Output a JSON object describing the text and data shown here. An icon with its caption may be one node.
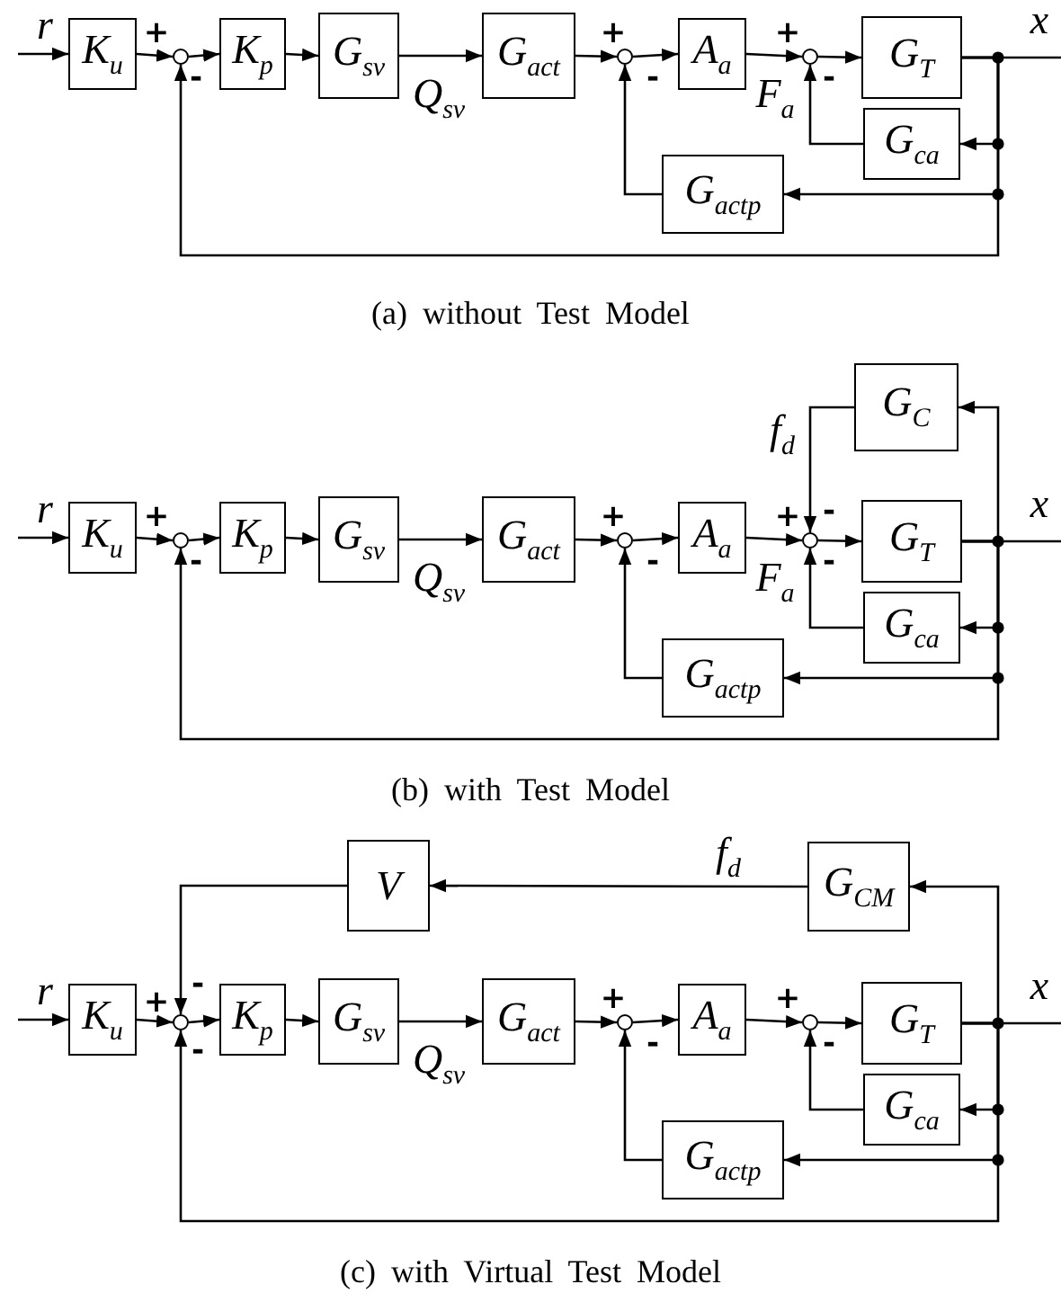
{
  "diagram": {
    "nodes": [
      {
        "text": [
          "K$_{u}$"
        ]
      },
      {
        "text": [],
        "shape": "circle"
      },
      {
        "text": [
          "K$_{p}$"
        ]
      },
      {
        "text": [
          "G$_{sv}$"
        ]
      },
      {
        "text": [
          "G$_{act}$"
        ]
      },
      {
        "text": [],
        "shape": "circle"
      },
      {
        "text": [
          "A$_{a}$"
        ]
      },
      {
        "text": [],
        "shape": "circle"
      },
      {
        "text": [
          "G$_{T}$"
        ]
      },
      {
        "text": [
          "G$_{ca}$"
        ]
      },
      {
        "text": [
          "G$_{actp}$"
        ]
      },
      {
        "text": [
          "K$_{u}$"
        ]
      },
      {
        "text": [],
        "shape": "circle"
      },
      {
        "text": [
          "K$_{p}$"
        ]
      },
      {
        "text": [
          "G$_{sv}$"
        ]
      },
      {
        "text": [
          "G$_{act}$"
        ]
      },
      {
        "text": [],
        "shape": "circle"
      },
      {
        "text": [
          "A$_{a}$"
        ]
      },
      {
        "text": [],
        "shape": "circle"
      },
      {
        "text": [
          "G$_{T}$"
        ]
      },
      {
        "text": [
          "G$_{ca}$"
        ]
      },
      {
        "text": [
          "G$_{actp}$"
        ]
      },
      {
        "text": [
          "G$_{C}$"
        ]
      },
      {
        "text": [
          "K$_{u}$"
        ]
      },
      {
        "text": [],
        "shape": "circle"
      },
      {
        "text": [
          "K$_{p}$"
        ]
      },
      {
        "text": [
          "G$_{sv}$"
        ]
      },
      {
        "text": [
          "G$_{act}$"
        ]
      },
      {
        "text": [],
        "shape": "circle"
      },
      {
        "text": [
          "A$_{a}$"
        ]
      },
      {
        "text": [],
        "shape": "circle"
      },
      {
        "text": [
          "G$_{T}$"
        ]
      },
      {
        "text": [
          "G$_{ca}$"
        ]
      },
      {
        "text": [
          "G$_{actp}$"
        ]
      },
      {
        "text": [
          "V"
        ]
      },
      {
        "text": [
          "G$_{CM}$"
        ]
      }
    ],
    "edges": [
      {
        "from": null,
        "to": 0,
        "arrow": "to"
      },
      {
        "from": 0,
        "to": 1,
        "arrow": "to"
      },
      {
        "from": 1,
        "to": 2,
        "arrow": "to"
      },
      {
        "from": 2,
        "to": 3,
        "arrow": "to"
      },
      {
        "from": 3,
        "to": 4,
        "arrow": "to",
        "label": "Q$_{sv}$"
      },
      {
        "from": 4,
        "to": 5,
        "arrow": "to"
      },
      {
        "from": 5,
        "to": 6,
        "arrow": "to"
      },
      {
        "from": 6,
        "to": 7,
        "arrow": "to",
        "label": "F$_{a}$"
      },
      {
        "from": 7,
        "to": 8,
        "arrow": "to"
      },
      {
        "from": 8,
        "to": null,
        "arrow": "none"
      },
      {
        "from": 8,
        "to": 9,
        "arrow": "to"
      },
      {
        "from": 8,
        "to": 10,
        "arrow": "to"
      },
      {
        "from": 8,
        "to": 1,
        "arrow": "to"
      },
      {
        "from": 9,
        "to": 7,
        "arrow": "to"
      },
      {
        "from": 10,
        "to": 5,
        "arrow": "to"
      },
      {
        "from": null,
        "to": 11,
        "arrow": "to"
      },
      {
        "from": 11,
        "to": 12,
        "arrow": "to"
      },
      {
        "from": 12,
        "to": 13,
        "arrow": "to"
      },
      {
        "from": 13,
        "to": 14,
        "arrow": "to"
      },
      {
        "from": 14,
        "to": 15,
        "arrow": "to",
        "label": "Q$_{sv}$"
      },
      {
        "from": 15,
        "to": 16,
        "arrow": "to"
      },
      {
        "from": 16,
        "to": 17,
        "arrow": "to"
      },
      {
        "from": 17,
        "to": 18,
        "arrow": "to",
        "label": "F$_{a}$"
      },
      {
        "from": 18,
        "to": 19,
        "arrow": "to"
      },
      {
        "from": 19,
        "to": null,
        "arrow": "none"
      },
      {
        "from": 19,
        "to": 20,
        "arrow": "to"
      },
      {
        "from": 19,
        "to": 21,
        "arrow": "to"
      },
      {
        "from": 19,
        "to": 12,
        "arrow": "to"
      },
      {
        "from": 20,
        "to": 18,
        "arrow": "to"
      },
      {
        "from": 21,
        "to": 16,
        "arrow": "to"
      },
      {
        "from": 19,
        "to": 22,
        "arrow": "to"
      },
      {
        "from": 22,
        "to": 18,
        "arrow": "to",
        "label": "f$_{d}$"
      },
      {
        "from": null,
        "to": 23,
        "arrow": "to"
      },
      {
        "from": 23,
        "to": 24,
        "arrow": "to"
      },
      {
        "from": 24,
        "to": 25,
        "arrow": "to"
      },
      {
        "from": 25,
        "to": 26,
        "arrow": "to"
      },
      {
        "from": 26,
        "to": 27,
        "arrow": "to",
        "label": "Q$_{sv}$"
      },
      {
        "from": 27,
        "to": 28,
        "arrow": "to"
      },
      {
        "from": 28,
        "to": 29,
        "arrow": "to"
      },
      {
        "from": 29,
        "to": 30,
        "arrow": "to"
      },
      {
        "from": 30,
        "to": 31,
        "arrow": "to"
      },
      {
        "from": 31,
        "to": null,
        "arrow": "none"
      },
      {
        "from": 31,
        "to": 32,
        "arrow": "to"
      },
      {
        "from": 31,
        "to": 33,
        "arrow": "to"
      },
      {
        "from": 31,
        "to": 24,
        "arrow": "to"
      },
      {
        "from": 32,
        "to": 30,
        "arrow": "to"
      },
      {
        "from": 33,
        "to": 28,
        "arrow": "to"
      },
      {
        "from": 31,
        "to": 35,
        "arrow": "to"
      },
      {
        "from": 35,
        "to": 34,
        "arrow": "to",
        "label": "f$_{d}$"
      },
      {
        "from": 34,
        "to": 24,
        "arrow": "to"
      }
    ],
    "labels": [
      "r",
      "x",
      "+",
      "-",
      "+",
      "-",
      "+",
      "-",
      "(a) without Test Model",
      "r",
      "x",
      "+",
      "-",
      "+",
      "-",
      "+",
      "-",
      "-",
      "(b) with Test Model",
      "r",
      "x",
      "+",
      "-",
      "-",
      "+",
      "-",
      "+",
      "-",
      "(c) with Virtual Test Model"
    ]
  }
}
